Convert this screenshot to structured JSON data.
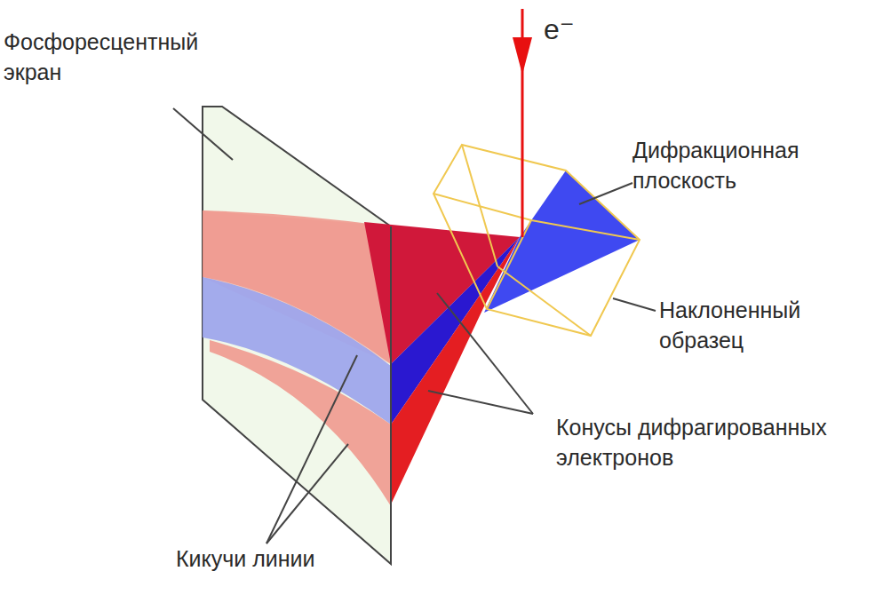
{
  "diagram": {
    "labels": [
      "Фосфоресцентный экран",
      "e⁻",
      "Дифракционная плоскость",
      "Наклоненный образец",
      "Конусы дифрагированных электронов",
      "Кикучи линии"
    ]
  }
}
